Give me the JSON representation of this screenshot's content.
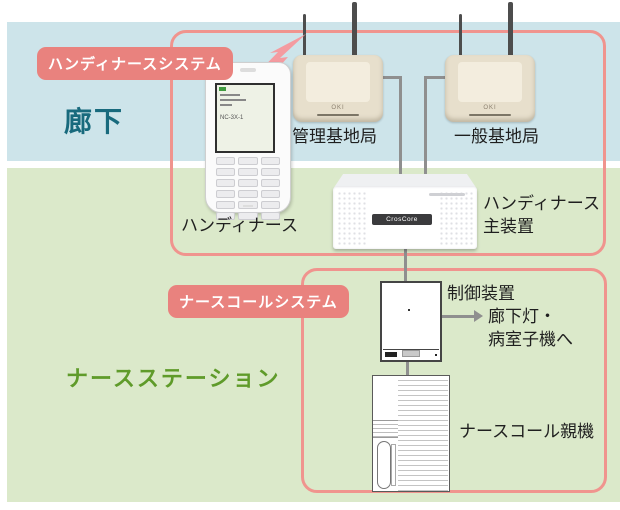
{
  "zones": {
    "corridor": {
      "label": "廊下"
    },
    "nurse_station": {
      "label": "ナースステーション"
    }
  },
  "systems": {
    "handy_nurse": {
      "label": "ハンディナースシステム"
    },
    "nurse_call": {
      "label": "ナースコールシステム"
    }
  },
  "devices": {
    "handset": {
      "label": "ハンディナース",
      "screen_text": "NC-3X-1"
    },
    "mgmt_base_station": {
      "label": "管理基地局",
      "brand": "OKI"
    },
    "general_base_station": {
      "label": "一般基地局",
      "brand": "OKI"
    },
    "main_unit": {
      "label_line1": "ハンディナース",
      "label_line2": "主装置",
      "badge": "CrosCore"
    },
    "control_unit": {
      "label": "制御装置"
    },
    "parent_unit": {
      "label": "ナースコール親機"
    }
  },
  "connections": {
    "to_corridor_lamp": {
      "label_line1": "廊下灯・",
      "label_line2": "病室子機へ"
    }
  },
  "colors": {
    "corridor_bg": "#cde4ea",
    "nurse_station_bg": "#dbe9ca",
    "system_pill": "#e9827e",
    "system_frame": "#f0948e",
    "corridor_text": "#186a7d",
    "nurse_station_text": "#5f9b2a",
    "connector_line": "#8f8f8f",
    "label_text": "#1f1f1f",
    "station_body": "#e7dfcc",
    "lightning": "#f49ba0"
  }
}
